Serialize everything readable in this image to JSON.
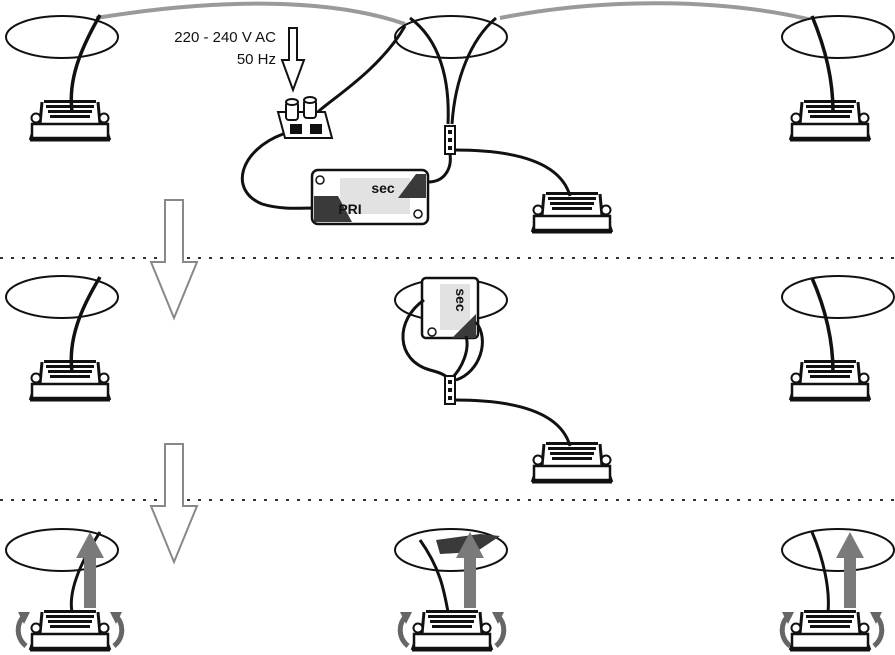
{
  "supply": {
    "voltage_label": "220 - 240 V AC",
    "frequency_label": "50 Hz"
  },
  "driver": {
    "primary_label": "PRI",
    "secondary_label": "sec"
  },
  "icons": [
    "downlight-fixture-icon",
    "ceiling-cutout-icon",
    "terminal-block-icon",
    "connector-icon",
    "driver-box-icon",
    "step-arrow-icon",
    "push-up-arrow-icon",
    "rotate-clip-arrow-icon"
  ],
  "colors": {
    "line": "#111111",
    "cable_grey": "#9a9a9a",
    "arrow_grey": "#7a7a7a",
    "driver_dark": "#3a3a3a",
    "divider": "#333333"
  }
}
